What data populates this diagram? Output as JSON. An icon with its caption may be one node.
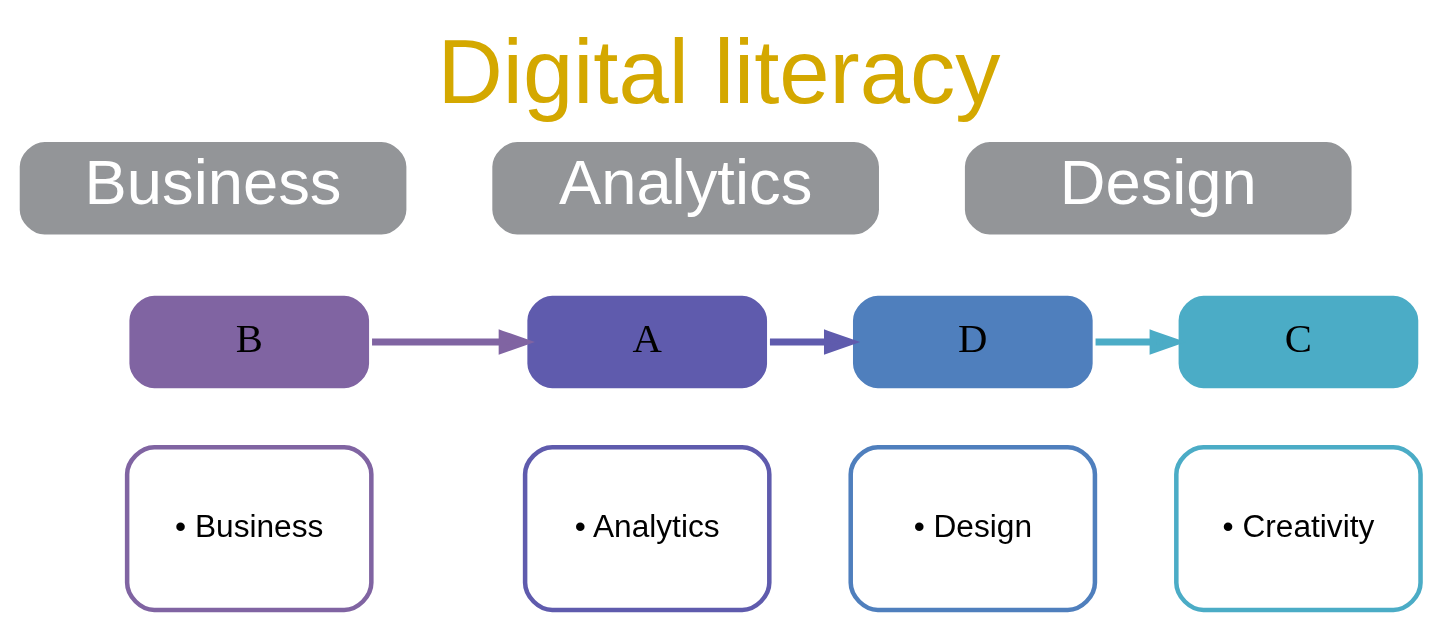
{
  "diagram": {
    "title": "Digital literacy",
    "nodes": [
      {
        "text": [
          "Business"
        ]
      },
      {
        "text": [
          "Analytics"
        ]
      },
      {
        "text": [
          "Design"
        ]
      },
      {
        "text": [
          "B"
        ]
      },
      {
        "text": [
          "• Business"
        ]
      },
      {
        "text": [
          "A"
        ]
      },
      {
        "text": [
          "• Analytics"
        ]
      },
      {
        "text": [
          "D"
        ]
      },
      {
        "text": [
          "• Design"
        ]
      },
      {
        "text": [
          "C"
        ]
      },
      {
        "text": [
          "• Creativity"
        ]
      }
    ],
    "edges": [
      {
        "from": 3,
        "to": 5,
        "arrow": "to",
        "color": "#8064a2"
      },
      {
        "from": 5,
        "to": 7,
        "arrow": "to",
        "color": "#5f5bad"
      },
      {
        "from": 7,
        "to": 9,
        "arrow": "to",
        "color": "#4bacc6"
      }
    ]
  }
}
